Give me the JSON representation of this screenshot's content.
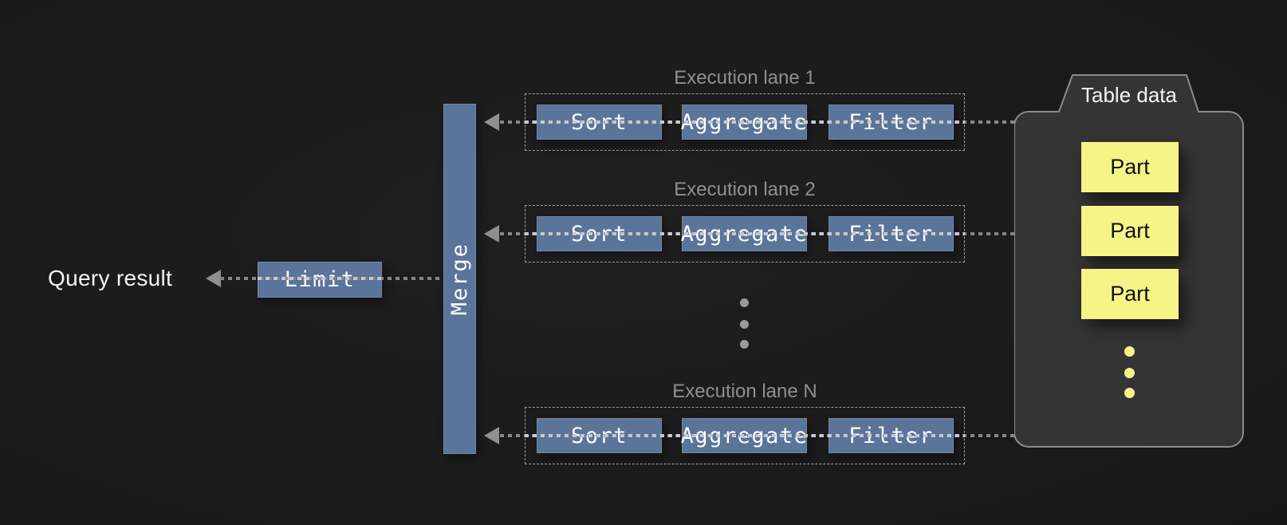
{
  "diagram": {
    "title_hint": "parallel query execution pipeline",
    "colors": {
      "background": "#1c1c1c",
      "operator_blue": "#5b7499",
      "part_yellow": "#f6f487",
      "label_gray": "#8f8f8f",
      "line_gray": "#8f8f8f"
    },
    "query_result": {
      "label": "Query result"
    },
    "limit": {
      "label": "Limit"
    },
    "merge": {
      "label": "Merge"
    },
    "lanes": [
      {
        "label": "Execution lane 1",
        "ops": [
          "Sort",
          "Aggregate",
          "Filter"
        ]
      },
      {
        "label": "Execution lane 2",
        "ops": [
          "Sort",
          "Aggregate",
          "Filter"
        ]
      },
      {
        "label": "Execution lane N",
        "ops": [
          "Sort",
          "Aggregate",
          "Filter"
        ]
      }
    ],
    "lanes_ellipsis": "more execution lanes",
    "table_data": {
      "label": "Table data",
      "parts": [
        "Part",
        "Part",
        "Part"
      ],
      "parts_ellipsis": "more parts"
    }
  }
}
